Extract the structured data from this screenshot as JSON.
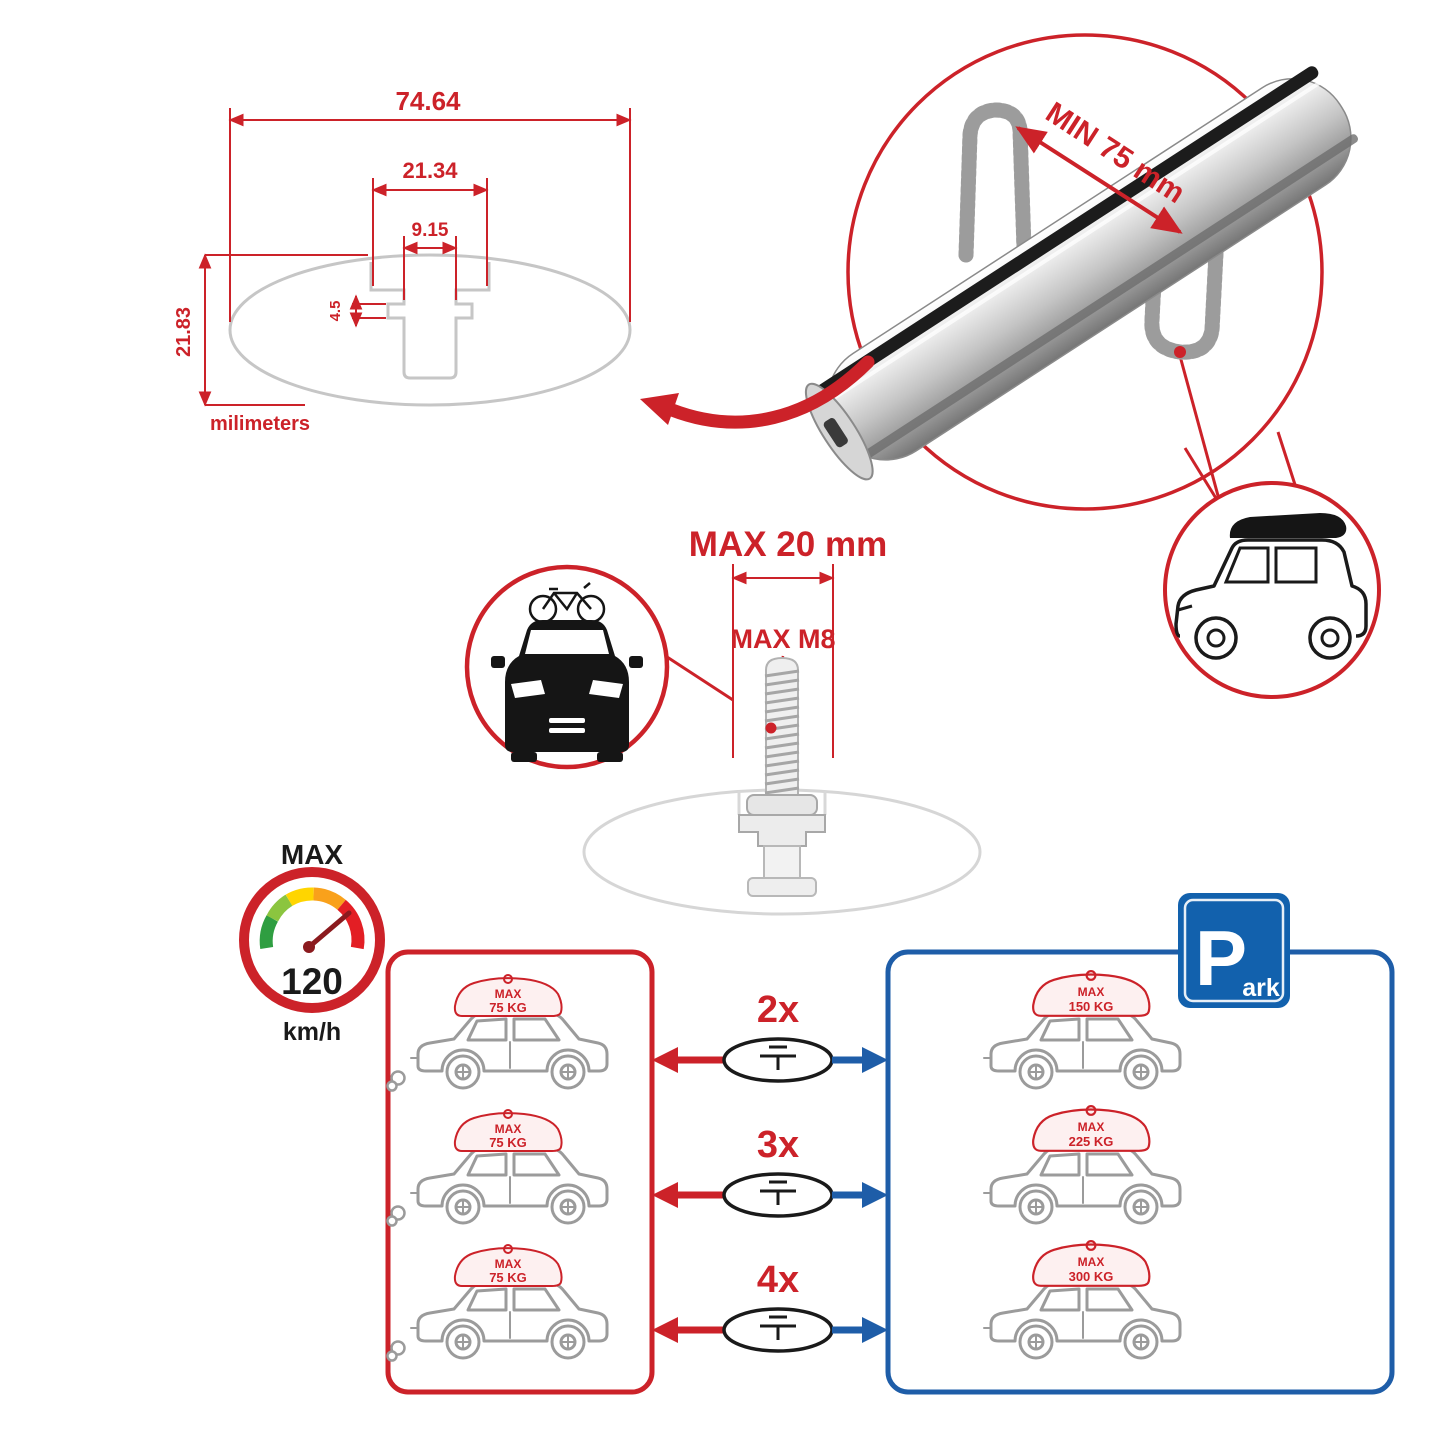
{
  "colors": {
    "accent_red": "#cc2229",
    "accent_blue": "#1e5da8",
    "drawing_gray": "#c6c6c6",
    "car_gray": "#9b9b9b"
  },
  "cross_section": {
    "width_total": "74.64",
    "width_outer": "21.34",
    "width_slot": "9.15",
    "depth_slot": "4.5",
    "height": "21.83",
    "unit": "milimeters"
  },
  "bar_detail": {
    "min_label": "MIN 75 mm"
  },
  "bolt": {
    "max_length": "MAX 20 mm",
    "max_thread": "MAX M8"
  },
  "speed_gauge": {
    "title": "MAX",
    "value": "120",
    "unit": "km/h"
  },
  "capacity": {
    "left_cars": [
      {
        "max": "MAX",
        "weight": "75 KG"
      },
      {
        "max": "MAX",
        "weight": "75 KG"
      },
      {
        "max": "MAX",
        "weight": "75 KG"
      }
    ],
    "multipliers": [
      {
        "label": "2x"
      },
      {
        "label": "3x"
      },
      {
        "label": "4x"
      }
    ],
    "right_cars": [
      {
        "max": "MAX",
        "weight": "150 KG"
      },
      {
        "max": "MAX",
        "weight": "225 KG"
      },
      {
        "max": "MAX",
        "weight": "300 KG"
      }
    ]
  },
  "park_sign": {
    "p": "P",
    "ark": "ark"
  }
}
